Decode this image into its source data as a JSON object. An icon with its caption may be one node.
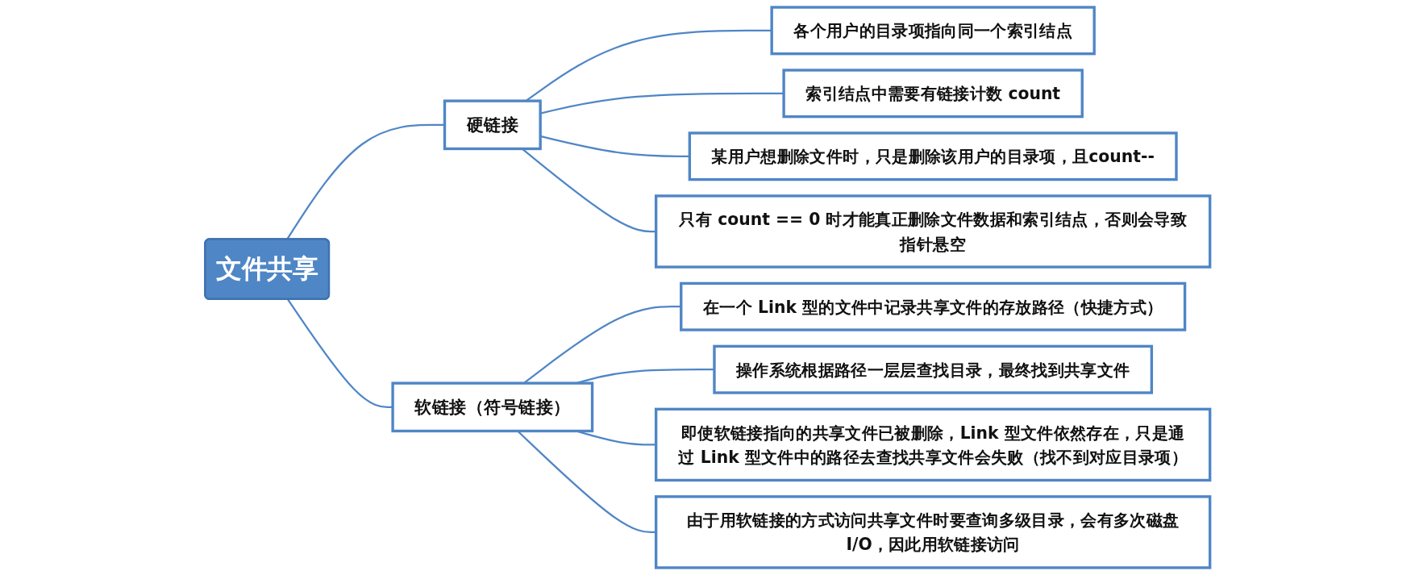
{
  "diagram": {
    "nodes": [
      {
        "text": [
          "文件共享"
        ]
      },
      {
        "text": [
          "硬链接"
        ]
      },
      {
        "text": [
          "各个用户的目录项指向同一个索引结点"
        ]
      },
      {
        "text": [
          "索引结点中需要有链接计数 count"
        ]
      },
      {
        "text": [
          "某用户想删除文件时，只是删除该用户的目录项，且count--"
        ]
      },
      {
        "text": [
          "只有 count == 0 时才能真正删除文件数据和索引结点，否则会导致指针悬空"
        ]
      },
      {
        "text": [
          "软链接（符号链接）"
        ]
      },
      {
        "text": [
          "在一个 Link 型的文件中记录共享文件的存放路径（快捷方式）"
        ]
      },
      {
        "text": [
          "操作系统根据路径一层层查找目录，最终找到共享文件"
        ]
      },
      {
        "text": [
          "即使软链接指向的共享文件已被删除，Link 型文件依然存在，只是通过 Link 型文件中的路径去查找共享文件会失败（找不到对应目录项）"
        ]
      },
      {
        "text": [
          "由于用软链接的方式访问共享文件时要查询多级目录，会有多次磁盘I/O，因此用软链接访问"
        ]
      }
    ],
    "edges": [
      {
        "from": 0,
        "to": 1,
        "arrow": "none"
      },
      {
        "from": 1,
        "to": 2,
        "arrow": "none"
      },
      {
        "from": 1,
        "to": 3,
        "arrow": "none"
      },
      {
        "from": 1,
        "to": 4,
        "arrow": "none"
      },
      {
        "from": 1,
        "to": 5,
        "arrow": "none"
      },
      {
        "from": 0,
        "to": 6,
        "arrow": "none"
      },
      {
        "from": 6,
        "to": 7,
        "arrow": "none"
      },
      {
        "from": 6,
        "to": 8,
        "arrow": "none"
      },
      {
        "from": 6,
        "to": 9,
        "arrow": "none"
      },
      {
        "from": 6,
        "to": 10,
        "arrow": "none"
      }
    ]
  }
}
